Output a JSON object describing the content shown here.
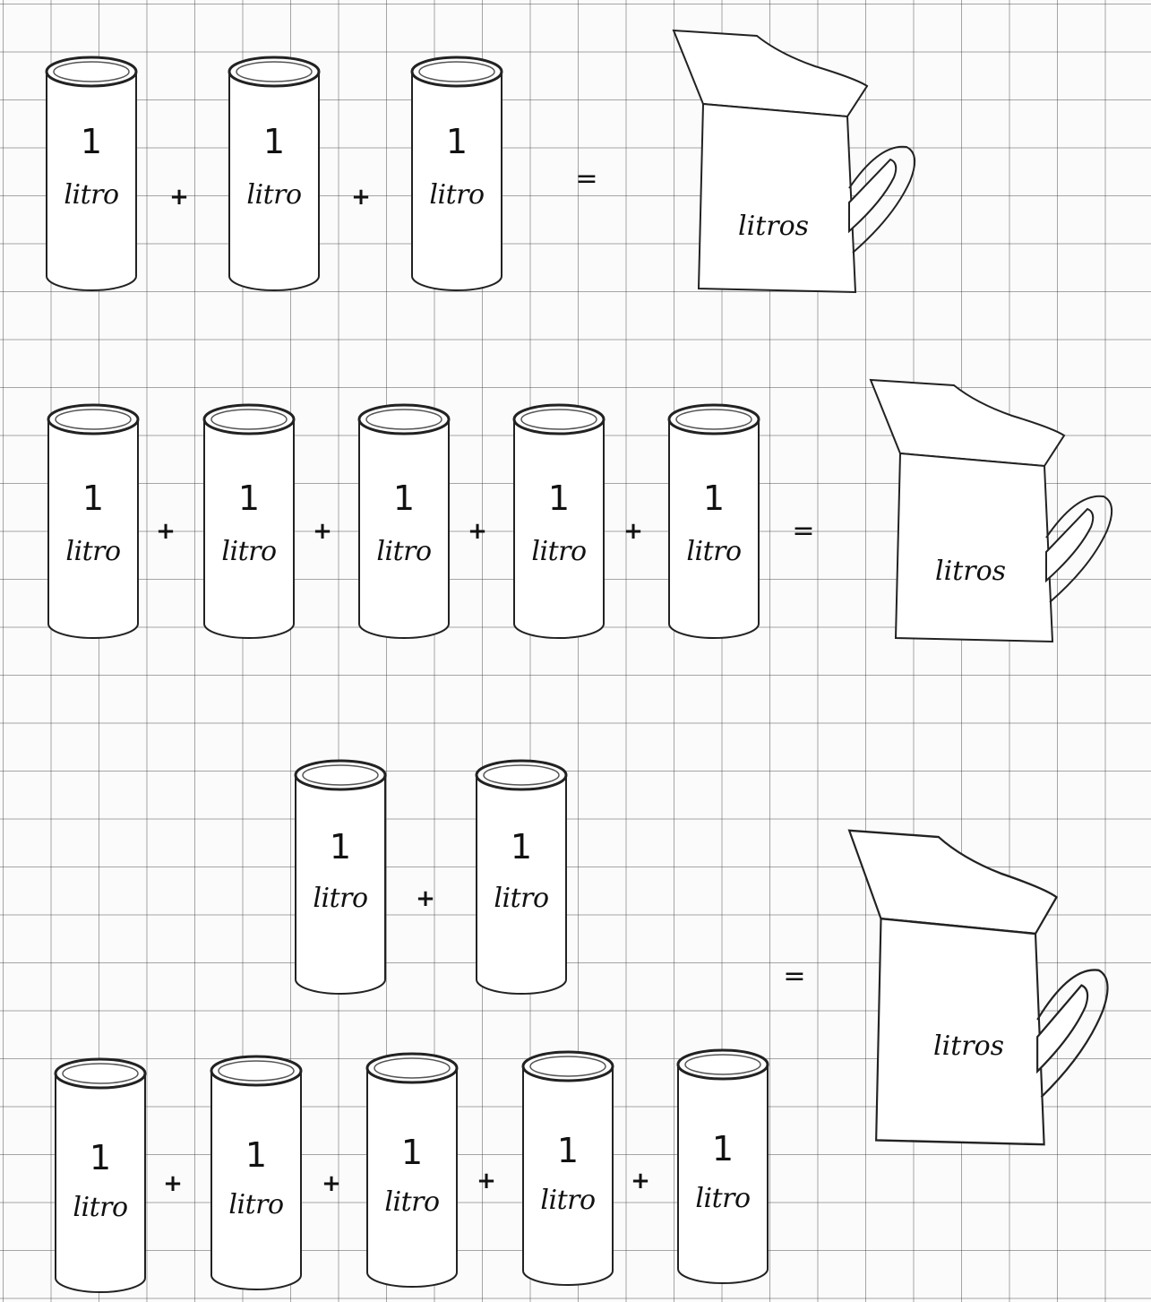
{
  "cylinder": {
    "number": "1",
    "unit": "litro"
  },
  "jug": {
    "label": "litros"
  },
  "operators": {
    "plus": "+",
    "equals": "="
  }
}
